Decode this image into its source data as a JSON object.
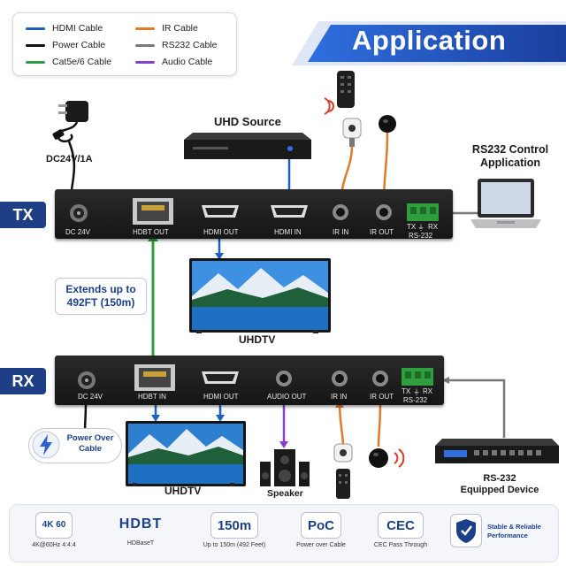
{
  "legend": [
    {
      "label": "HDMI Cable",
      "color": "#1f5fbf"
    },
    {
      "label": "Power Cable",
      "color": "#111111"
    },
    {
      "label": "Cat5e/6 Cable",
      "color": "#2e9e3e"
    },
    {
      "label": "IR Cable",
      "color": "#e07b2a"
    },
    {
      "label": "RS232 Cable",
      "color": "#777777"
    },
    {
      "label": "Audio Cable",
      "color": "#8a3fc7"
    }
  ],
  "banner_title": "Application",
  "tx": {
    "tag": "TX",
    "ports": [
      "DC 24V",
      "HDBT OUT",
      "HDMI OUT",
      "HDMI IN",
      "IR IN",
      "IR OUT",
      "TX",
      "RX",
      "RS-232"
    ]
  },
  "rx": {
    "tag": "RX",
    "ports": [
      "DC 24V",
      "HDBT IN",
      "HDMI OUT",
      "AUDIO OUT",
      "IR IN",
      "IR OUT",
      "TX",
      "RX",
      "RS-232"
    ]
  },
  "labels": {
    "power_adapter": "DC24V/1A",
    "uhd_source": "UHD Source",
    "rs232_control": "RS232 Control Application",
    "extends": "Extends up to 492FT (150m)",
    "uhdtv_tx": "UHDTV",
    "uhdtv_rx": "UHDTV",
    "speaker": "Speaker",
    "rs232_device": "RS-232 Equipped Device",
    "power_over_cable": "Power Over Cable"
  },
  "features": [
    {
      "badge": "4K 60",
      "sub": "4K@60Hz 4:4:4"
    },
    {
      "badge": "HDBT",
      "sub": "HDBaseT"
    },
    {
      "badge": "150m",
      "sub": "Up to 150m (492 Feet)"
    },
    {
      "badge": "PoC",
      "sub": "Power over Cable"
    },
    {
      "badge": "CEC",
      "sub": "CEC Pass Through"
    },
    {
      "badge": "",
      "sub": "Stable & Reliable Performance"
    }
  ],
  "colors": {
    "hdmi": "#1f5fbf",
    "power": "#111111",
    "cat": "#2e9e3e",
    "ir": "#e07b2a",
    "rs232": "#777777",
    "audio": "#8a3fc7",
    "accent": "#1c3f8a"
  }
}
